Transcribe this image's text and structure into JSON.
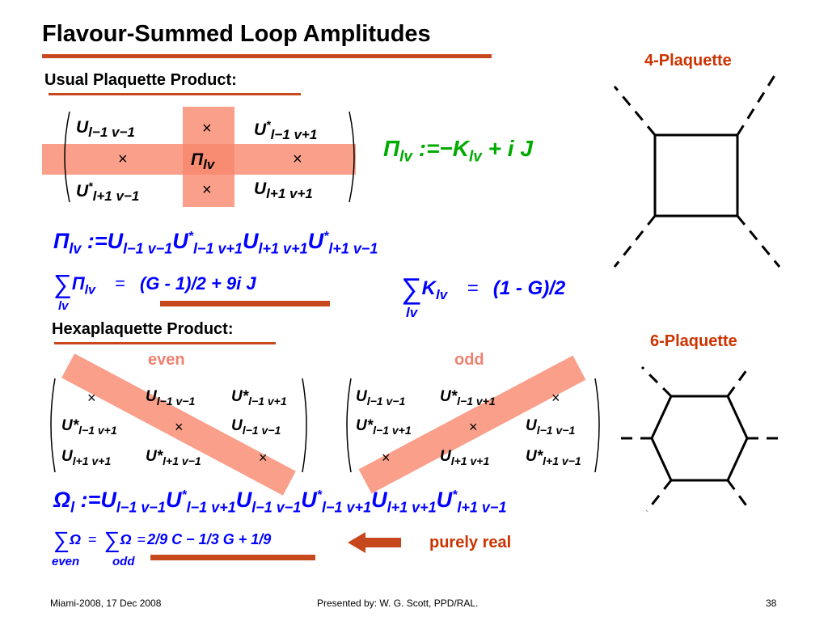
{
  "slide": {
    "title": "Flavour-Summed Loop Amplitudes",
    "sub_usual": "Usual  Plaquette Product:",
    "sub_hexa": "Hexaplaquette Product:",
    "label_4plaq": "4-Plaquette",
    "label_6plaq": "6-Plaquette",
    "label_even": "even",
    "label_odd": "odd",
    "purely_real": "purely real"
  },
  "matrix4": {
    "r1c1": "U",
    "r1c1_sub": "l−1  v−1",
    "r1c3": "U",
    "r1c3_sup": "*",
    "r1c3_sub": "l−1  v+1",
    "r2c2": "Π",
    "r2c2_sub": "lv",
    "r3c1": "U",
    "r3c1_sup": "*",
    "r3c1_sub": "l+1  v−1",
    "r3c3": "U",
    "r3c3_sub": "l+1  v+1",
    "times": "×"
  },
  "eq_pi_def": {
    "lhs": "Π",
    "lhs_sub": "lv",
    "assign": " :=",
    "rhs_1": "−K",
    "rhs_1_sub": "lv",
    "plus": " +  i J"
  },
  "eq_pi_product": {
    "lhs": "Π",
    "lhs_sub": "lv",
    "assign": " :=",
    "t1": "U",
    "t1_sub": "l−1 v−1",
    "t2": "U",
    "t2_sup": "*",
    "t2_sub": "l−1 v+1",
    "t3": "U",
    "t3_sub": "l+1 v+1",
    "t4": "U",
    "t4_sup": "*",
    "t4_sub": "l+1 v−1"
  },
  "eq_sum_pi": {
    "sigma": "∑",
    "under": "lv",
    "term": "Π",
    "term_sub": "lv",
    "eq": "=",
    "rhs": "(G - 1)/2  +  9i J"
  },
  "eq_sum_k": {
    "sigma": "∑",
    "under": "lv",
    "term": "K",
    "term_sub": "lv",
    "eq": "=",
    "rhs": "(1 - G)/2"
  },
  "matrix_even": {
    "r1": [
      "×",
      "U",
      "U*"
    ],
    "r1_sub": [
      "",
      "l−1 v−1",
      "l−1 v+1"
    ],
    "r2": [
      "U*",
      "×",
      "U"
    ],
    "r2_sub": [
      "l−1 v+1",
      "",
      "l−1 v−1"
    ],
    "r3": [
      "U",
      "U*",
      "×"
    ],
    "r3_sub": [
      "l+1 v+1",
      "l+1 v−1",
      ""
    ]
  },
  "matrix_odd": {
    "r1": [
      "U",
      "U*",
      "×"
    ],
    "r1_sub": [
      "l−1 v−1",
      "l−1 v+1",
      ""
    ],
    "r2": [
      "U*",
      "×",
      "U"
    ],
    "r2_sub": [
      "l−1 v+1",
      "",
      "l−1 v−1"
    ],
    "r3": [
      "×",
      "U",
      "U*"
    ],
    "r3_sub": [
      "",
      "l+1 v+1",
      "l+1 v−1"
    ]
  },
  "eq_omega": {
    "lhs": "Ω",
    "lhs_sub": "l",
    "assign": " :=",
    "terms": [
      {
        "b": "U",
        "sup": "",
        "sub": "l−1 v−1"
      },
      {
        "b": "U",
        "sup": "*",
        "sub": "l−1 v+1"
      },
      {
        "b": "U",
        "sup": "",
        "sub": "l−1 v−1"
      },
      {
        "b": "U",
        "sup": "*",
        "sub": "l−1 v+1"
      },
      {
        "b": "U",
        "sup": "",
        "sub": "l+1 v+1"
      },
      {
        "b": "U",
        "sup": "*",
        "sub": "l+1 v−1"
      }
    ]
  },
  "eq_omega_sum": {
    "sigma": "∑",
    "omega": "Ω",
    "eq": "=",
    "under_even": "even",
    "under_odd": "odd",
    "rhs": "2/9 C − 1/3 G + 1/9"
  },
  "footer": {
    "left": "Miami-2008, 17 Dec 2008",
    "center": "Presented by:  W. G. Scott, PPD/RAL.",
    "page": "38"
  },
  "colors": {
    "accent_rule": "#c8481e",
    "highlight": "#f7876d",
    "green": "#00aa00",
    "blue": "#0000ff",
    "red_label": "#cc3300",
    "pink_label": "#f08070"
  }
}
